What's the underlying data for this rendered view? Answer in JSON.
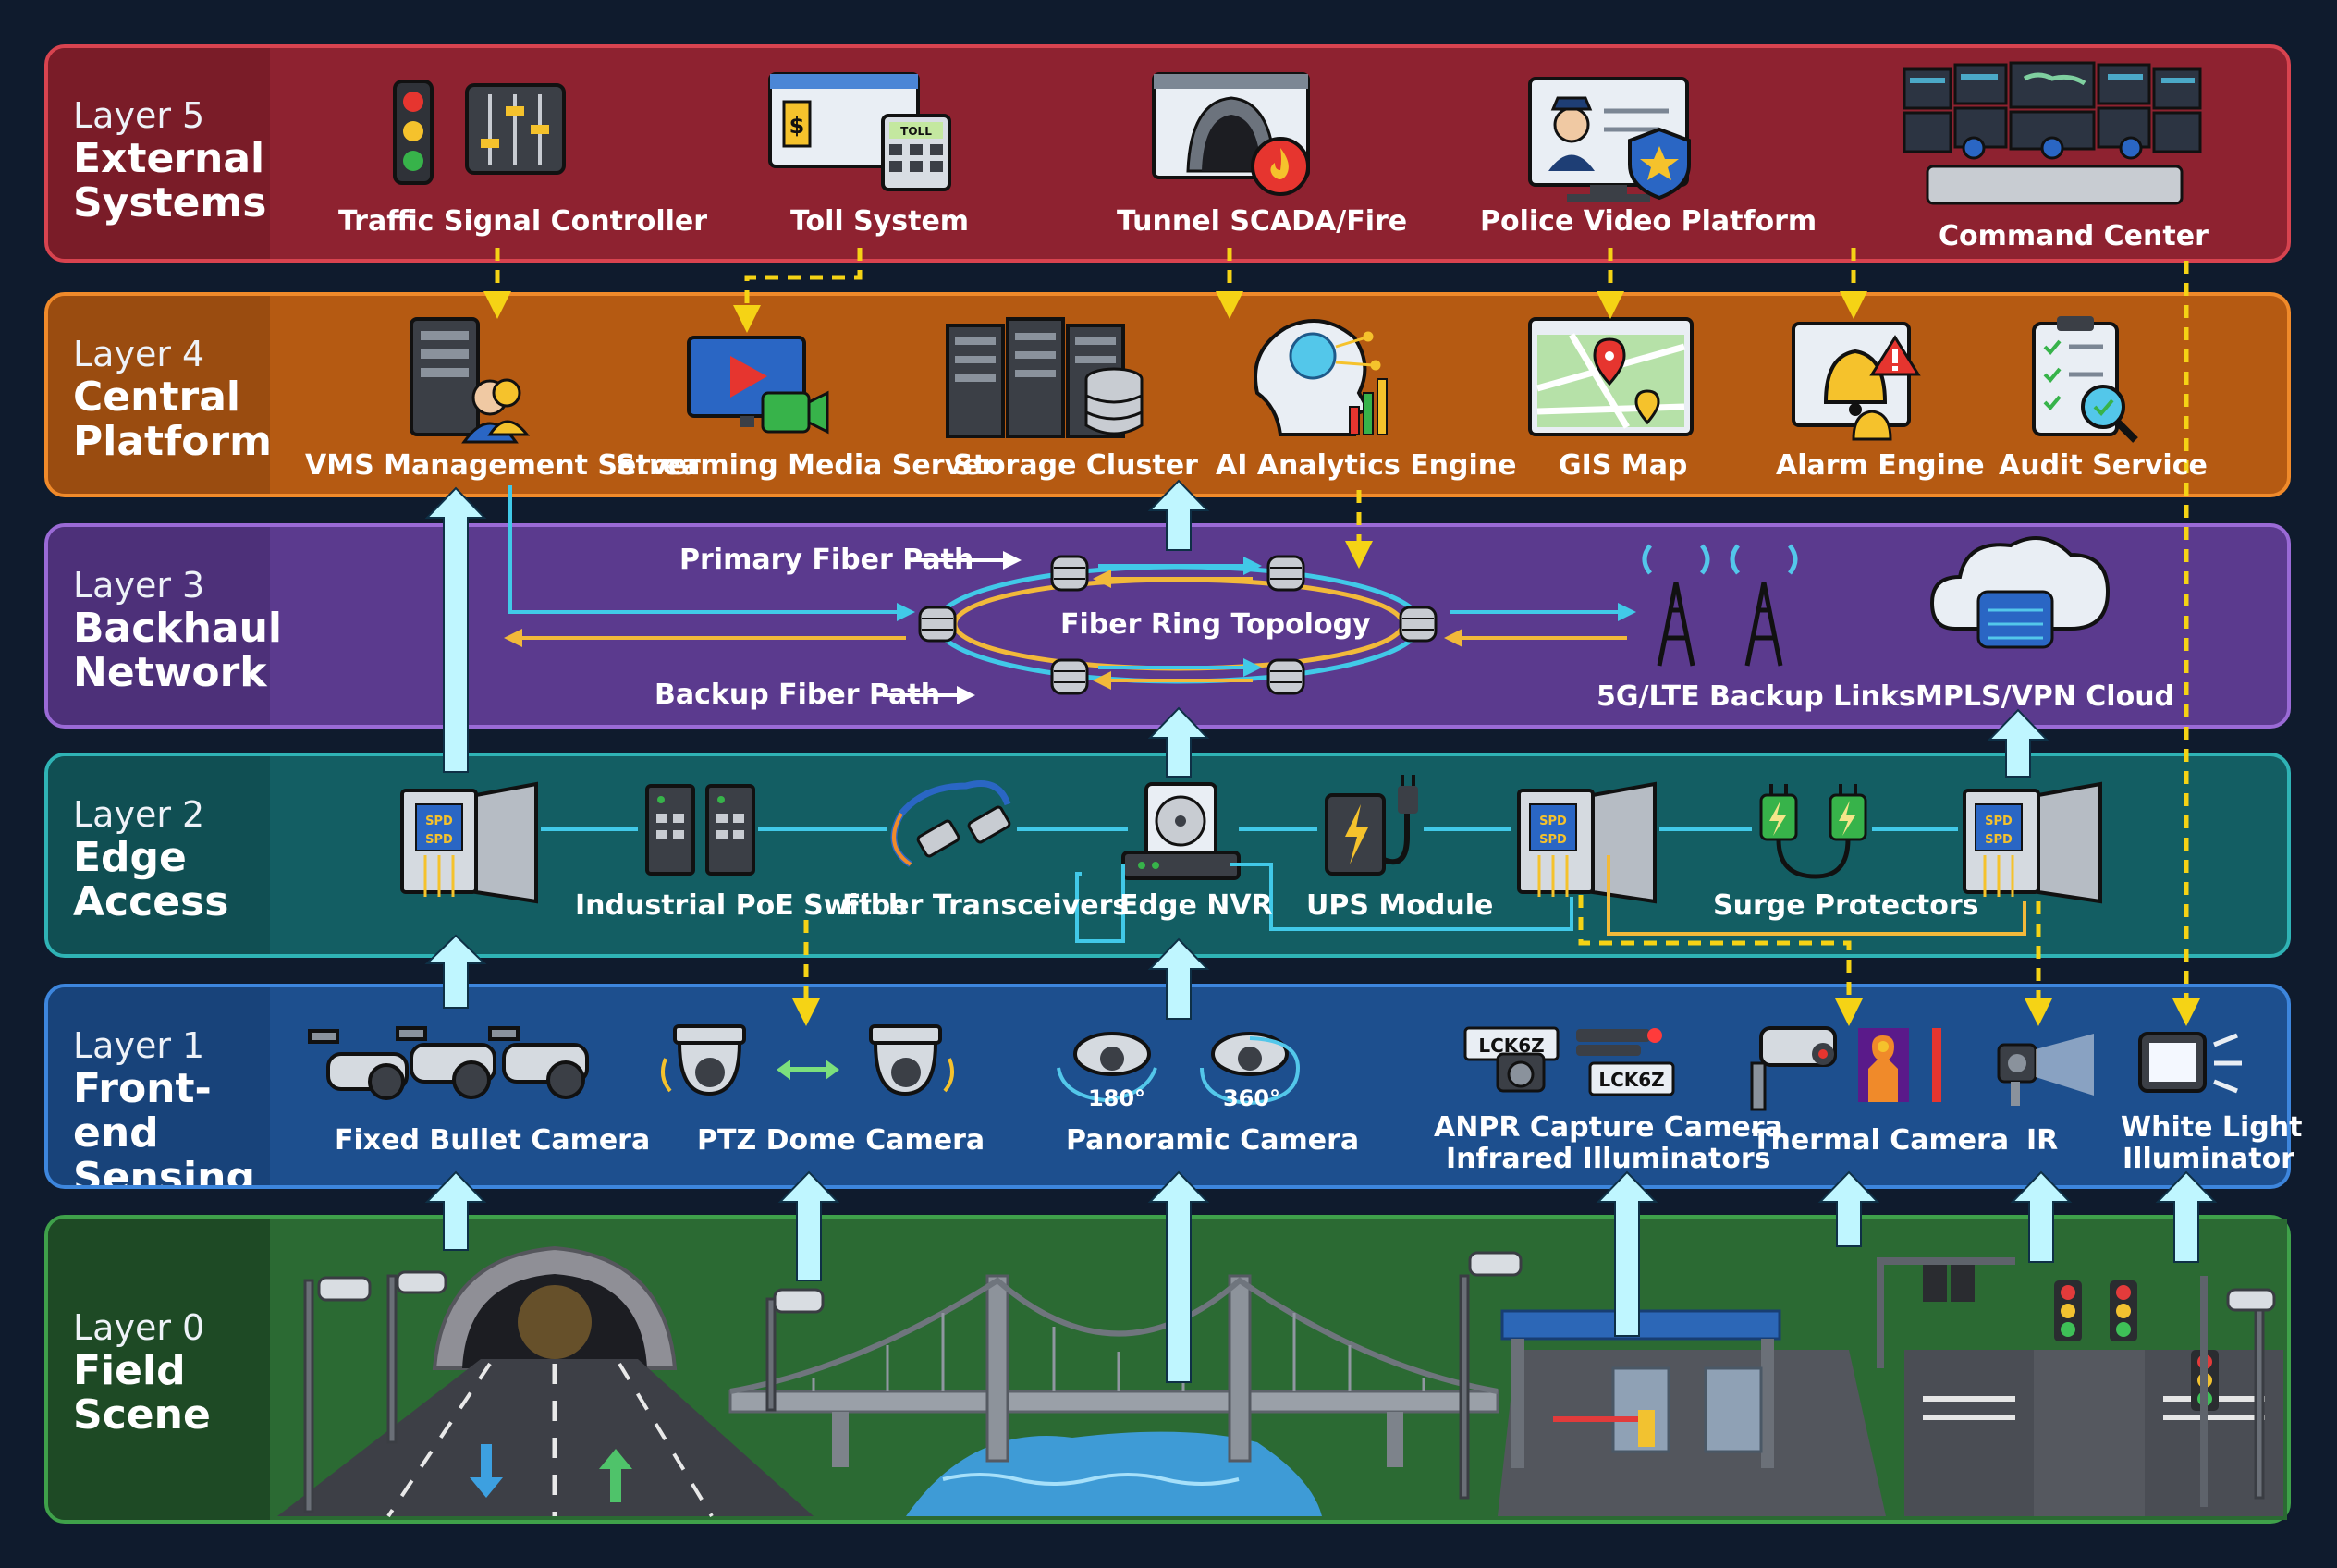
{
  "layers": [
    {
      "number": "Layer 5",
      "name_line1": "External",
      "name_line2": "Systems"
    },
    {
      "number": "Layer 4",
      "name_line1": "Central",
      "name_line2": "Platform"
    },
    {
      "number": "Layer 3",
      "name_line1": "Backhaul",
      "name_line2": "Network"
    },
    {
      "number": "Layer 2",
      "name_line1": "Edge",
      "name_line2": "Access"
    },
    {
      "number": "Layer 1",
      "name_line1": "Front-end",
      "name_line2": "Sensing"
    },
    {
      "number": "Layer 0",
      "name_line1": "Field",
      "name_line2": "Scene"
    }
  ],
  "external": {
    "traffic_signal": "Traffic Signal Controller",
    "toll": "Toll System",
    "tunnel": "Tunnel SCADA/Fire",
    "police": "Police Video Platform",
    "command": "Command Center",
    "toll_icon_text": "TOLL",
    "toll_icon_dollar": "$"
  },
  "platform": {
    "vms": "VMS Management Server",
    "streaming": "Streaming Media Server",
    "storage": "Storage Cluster",
    "ai": "AI Analytics Engine",
    "gis": "GIS Map",
    "alarm": "Alarm Engine",
    "audit": "Audit Service"
  },
  "backhaul": {
    "primary": "Primary Fiber Path",
    "backup": "Backup Fiber Path",
    "ring": "Fiber Ring Topology",
    "lte": "5G/LTE Backup Links",
    "mpls": "MPLS/VPN Cloud"
  },
  "edge": {
    "poe": "Industrial PoE Switch",
    "fiber": "Fiber Transceivers",
    "nvr": "Edge NVR",
    "ups": "UPS Module",
    "surge": "Surge Protectors",
    "spd_label": "SPD"
  },
  "sensing": {
    "bullet": "Fixed Bullet Camera",
    "ptz": "PTZ Dome Camera",
    "pano": "Panoramic Camera",
    "pano_180": "180°",
    "pano_360": "360°",
    "anpr_line1": "ANPR Capture Camera",
    "anpr_line2": "Infrared Illuminators",
    "plate_text": "LCK6Z",
    "thermal": "Thermal Camera",
    "ir": "IR",
    "white_line1": "White Light",
    "white_line2": "Illuminator"
  },
  "colors": {
    "layer5": "#8e2230",
    "layer5_border": "#d8434f",
    "layer4": "#b55a12",
    "layer4_border": "#f08a2a",
    "layer3": "#5b3a8e",
    "layer3_border": "#9a6ad6",
    "layer2": "#135e63",
    "layer2_border": "#2fb3b5",
    "layer1": "#1d4f8e",
    "layer1_border": "#3d86dd",
    "layer0": "#23562b",
    "layer0_border": "#3fa14a",
    "dashed_arrow": "#f5d315",
    "data_arrow": "#bff6ff",
    "primary_fiber": "#41c9e8",
    "backup_fiber": "#f2b93a"
  }
}
